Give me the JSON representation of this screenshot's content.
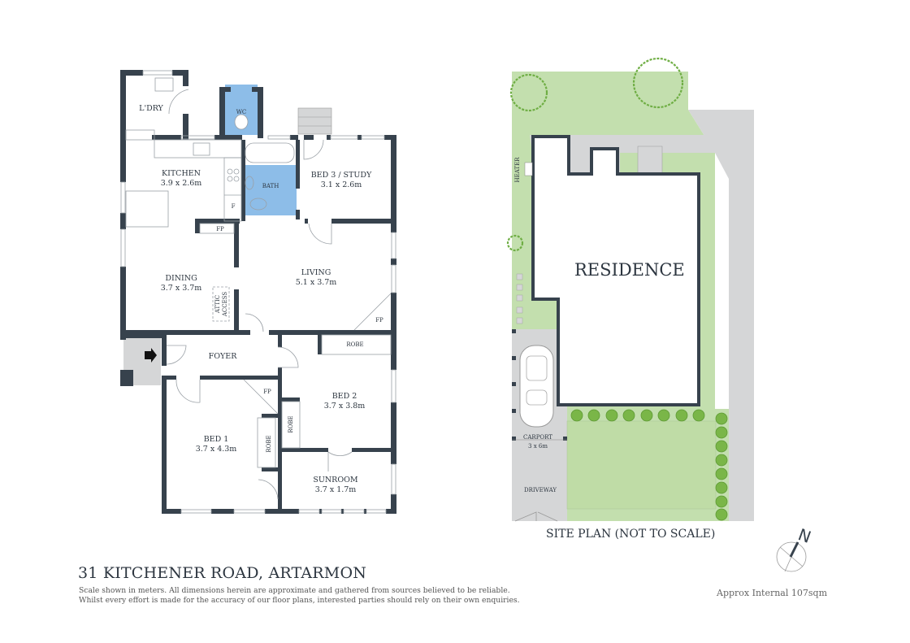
{
  "document": {
    "title": "31 KITCHENER ROAD, ARTARMON",
    "disclaimer_line1": "Scale shown in meters. All dimensions herein are approximate and gathered from sources believed to be  reliable.",
    "disclaimer_line2": "Whilst every effort is made for the accuracy of our floor plans, interested parties should rely on their own enquiries.",
    "approx_area": "Approx Internal 107sqm"
  },
  "floor_plan": {
    "rooms": [
      {
        "name": "L'DRY",
        "dims": ""
      },
      {
        "name": "WC",
        "dims": ""
      },
      {
        "name": "KITCHEN",
        "dims": "3.9 x 2.6m"
      },
      {
        "name": "BATH",
        "dims": ""
      },
      {
        "name": "BED 3 / STUDY",
        "dims": "3.1 x 2.6m"
      },
      {
        "name": "DINING",
        "dims": "3.7 x 3.7m"
      },
      {
        "name": "LIVING",
        "dims": "5.1 x 3.7m"
      },
      {
        "name": "FOYER",
        "dims": ""
      },
      {
        "name": "BED 2",
        "dims": "3.7 x 3.8m"
      },
      {
        "name": "BED 1",
        "dims": "3.7 x 4.3m"
      },
      {
        "name": "SUNROOM",
        "dims": "3.7 x 1.7m"
      }
    ],
    "fixtures": {
      "fp": "FP",
      "fridge": "F",
      "robe": "ROBE",
      "attic_line1": "ATTIC",
      "attic_line2": "ACCESS"
    }
  },
  "site_plan": {
    "title": "SITE PLAN (NOT TO SCALE)",
    "residence_label": "RESIDENCE",
    "heater_label": "HEATER",
    "carport_label": "CARPORT",
    "carport_dims": "3 x 6m",
    "driveway_label": "DRIVEWAY",
    "north_label": "N"
  },
  "colors": {
    "wall": "#37424d",
    "wet_area": "#8dbde8",
    "lawn": "#c3dfae",
    "paving": "#d5d6d7",
    "hedge": "#7ab648"
  }
}
